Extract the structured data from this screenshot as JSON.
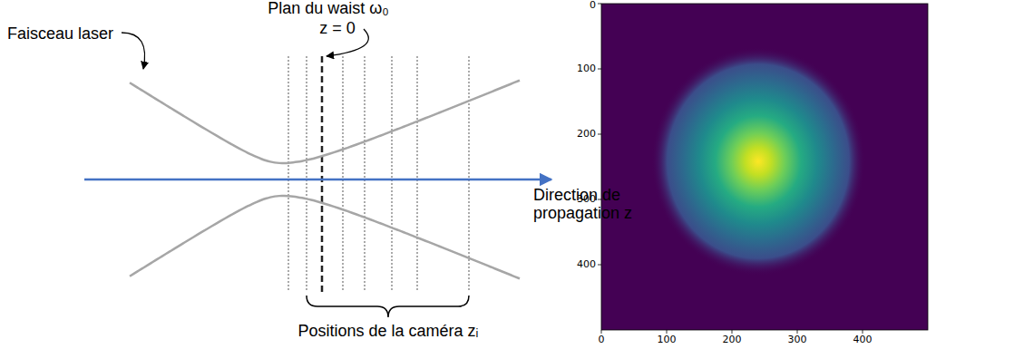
{
  "diagram": {
    "labels": [
      "Plan du waist ω₀",
      "z = 0",
      "Faisceau laser",
      "Direction de propagation z",
      "Positions de la caméra zᵢ",
      "0",
      "100",
      "200",
      "300",
      "400",
      "0",
      "100",
      "200",
      "300",
      "400"
    ]
  }
}
